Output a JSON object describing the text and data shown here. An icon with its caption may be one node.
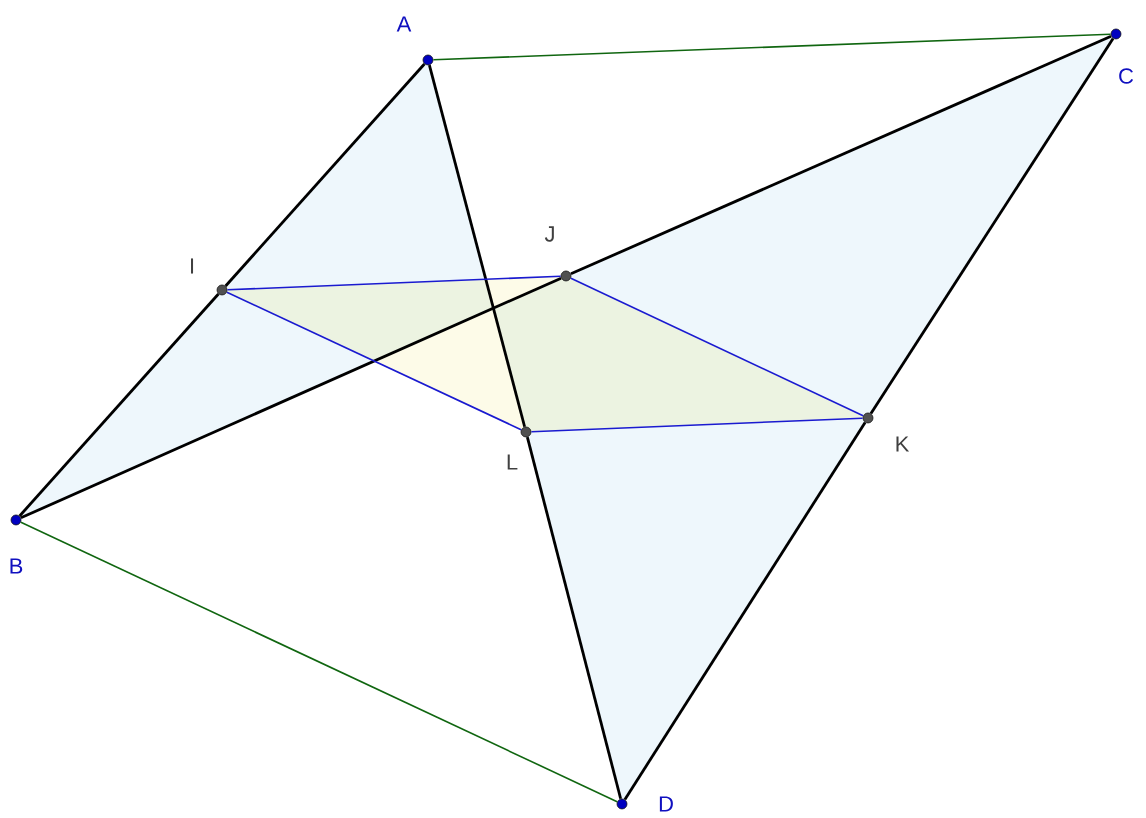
{
  "diagram": {
    "nodes": [
      {
        "text": [
          "A"
        ]
      },
      {
        "text": [
          "C"
        ]
      },
      {
        "text": [
          "I"
        ]
      },
      {
        "text": [
          "J"
        ]
      },
      {
        "text": [
          "B"
        ]
      },
      {
        "text": [
          "L"
        ]
      },
      {
        "text": [
          "K"
        ]
      },
      {
        "text": [
          "D"
        ]
      }
    ],
    "edges": [
      {
        "from": 0,
        "to": 2,
        "arrow": "none"
      },
      {
        "from": 2,
        "to": 4,
        "arrow": "none"
      },
      {
        "from": 4,
        "to": 3,
        "arrow": "none"
      },
      {
        "from": 3,
        "to": 1,
        "arrow": "none"
      },
      {
        "from": 1,
        "to": 6,
        "arrow": "none"
      },
      {
        "from": 6,
        "to": 7,
        "arrow": "none"
      },
      {
        "from": 0,
        "to": 5,
        "arrow": "none"
      },
      {
        "from": 5,
        "to": 7,
        "arrow": "none"
      },
      {
        "from": 0,
        "to": 1,
        "arrow": "none",
        "color": "#106610"
      },
      {
        "from": 4,
        "to": 7,
        "arrow": "none",
        "color": "#106610"
      },
      {
        "from": 2,
        "to": 3,
        "arrow": "none",
        "color": "#1a1ad0"
      },
      {
        "from": 3,
        "to": 6,
        "arrow": "none",
        "color": "#1a1ad0"
      },
      {
        "from": 6,
        "to": 5,
        "arrow": "none",
        "color": "#1a1ad0"
      },
      {
        "from": 5,
        "to": 2,
        "arrow": "none",
        "color": "#1a1ad0"
      }
    ]
  }
}
